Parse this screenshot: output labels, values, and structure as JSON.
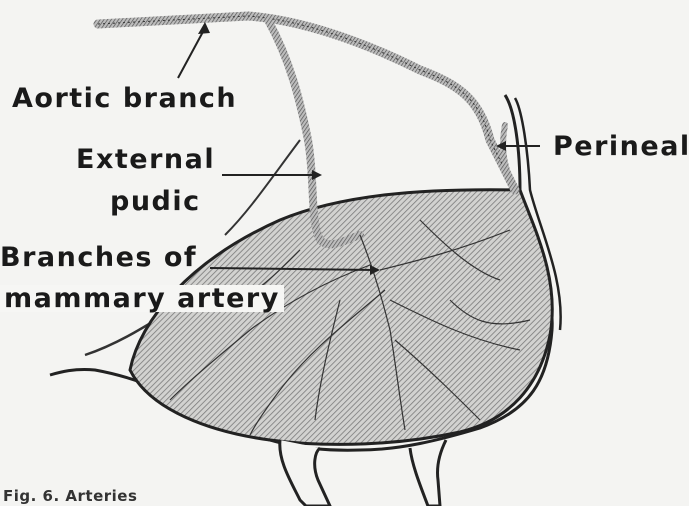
{
  "labels": {
    "aortic_branch": "Aortic branch",
    "external_pudic_line1": "External",
    "external_pudic_line2": "pudic",
    "perineal": "Perineal",
    "branches_line1": "Branches of",
    "branches_line2": "mammary artery"
  },
  "caption": "Fig. 6. Arteries",
  "colors": {
    "ink": "#1a1a1a",
    "udder_fill": "#9a9a9a",
    "paper": "#f4f4f2"
  }
}
